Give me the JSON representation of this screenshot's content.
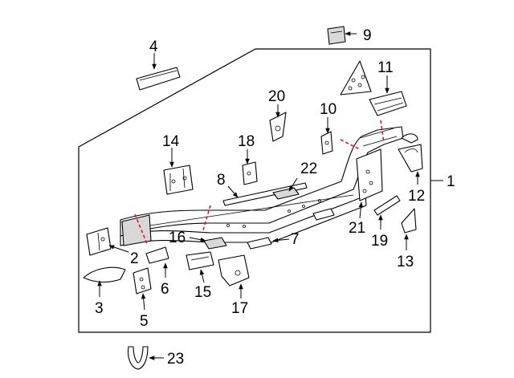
{
  "diagram": {
    "callouts": {
      "p1": "1",
      "p2": "2",
      "p3": "3",
      "p4": "4",
      "p5": "5",
      "p6": "6",
      "p7": "7",
      "p8": "8",
      "p9": "9",
      "p10": "10",
      "p11": "11",
      "p12": "12",
      "p13": "13",
      "p14": "14",
      "p15": "15",
      "p16": "16",
      "p17": "17",
      "p18": "18",
      "p19": "19",
      "p20": "20",
      "p21": "21",
      "p22": "22",
      "p23": "23"
    },
    "colors": {
      "ink": "#000000",
      "cut_line": "#e0141e",
      "background": "#ffffff"
    }
  }
}
